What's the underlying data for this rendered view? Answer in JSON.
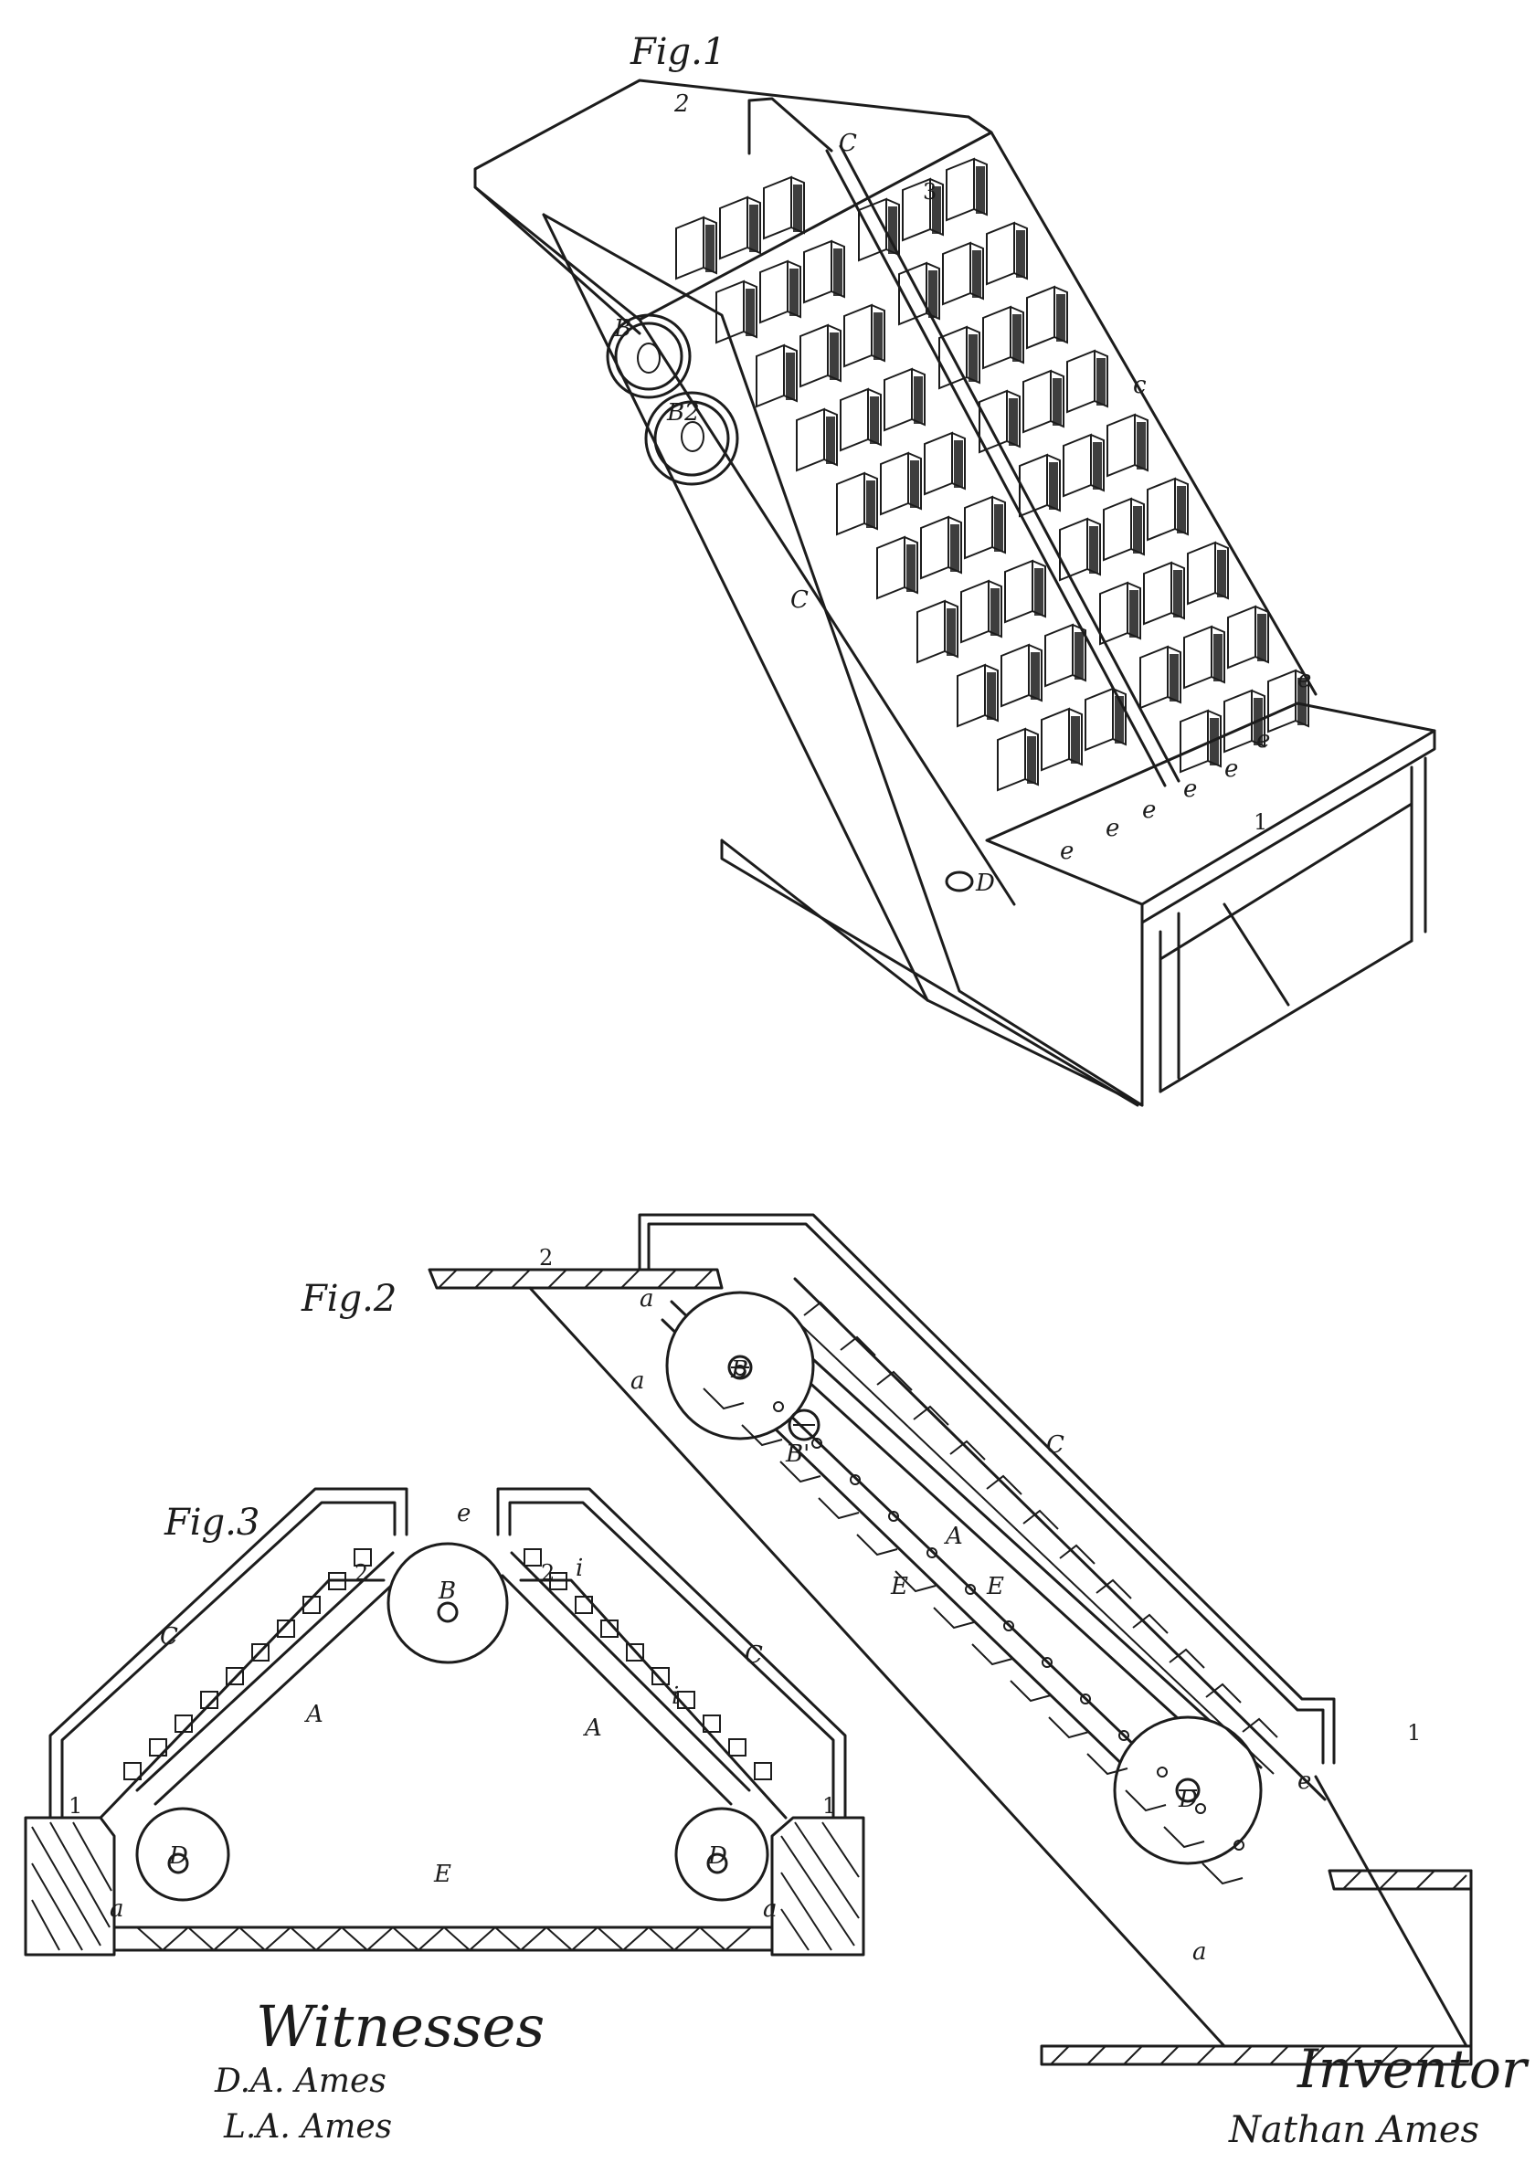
{
  "figures": {
    "fig1": {
      "caption": "Fig.1"
    },
    "fig2": {
      "caption": "Fig.2"
    },
    "fig3": {
      "caption": "Fig.3"
    }
  },
  "reference_labels": {
    "one": "1",
    "two": "2",
    "three": "3",
    "a": "a",
    "A": "A",
    "B": "B",
    "B2": "B2",
    "B1": "B'",
    "C": "C",
    "D": "D",
    "E": "E",
    "e": "e",
    "c": "c",
    "i": "i"
  },
  "signatures": {
    "witnesses_heading": "Witnesses",
    "witness_1": "D.A. Ames",
    "witness_2": "L.A. Ames",
    "inventor_heading": "Inventor",
    "inventor_name": "Nathan Ames"
  }
}
